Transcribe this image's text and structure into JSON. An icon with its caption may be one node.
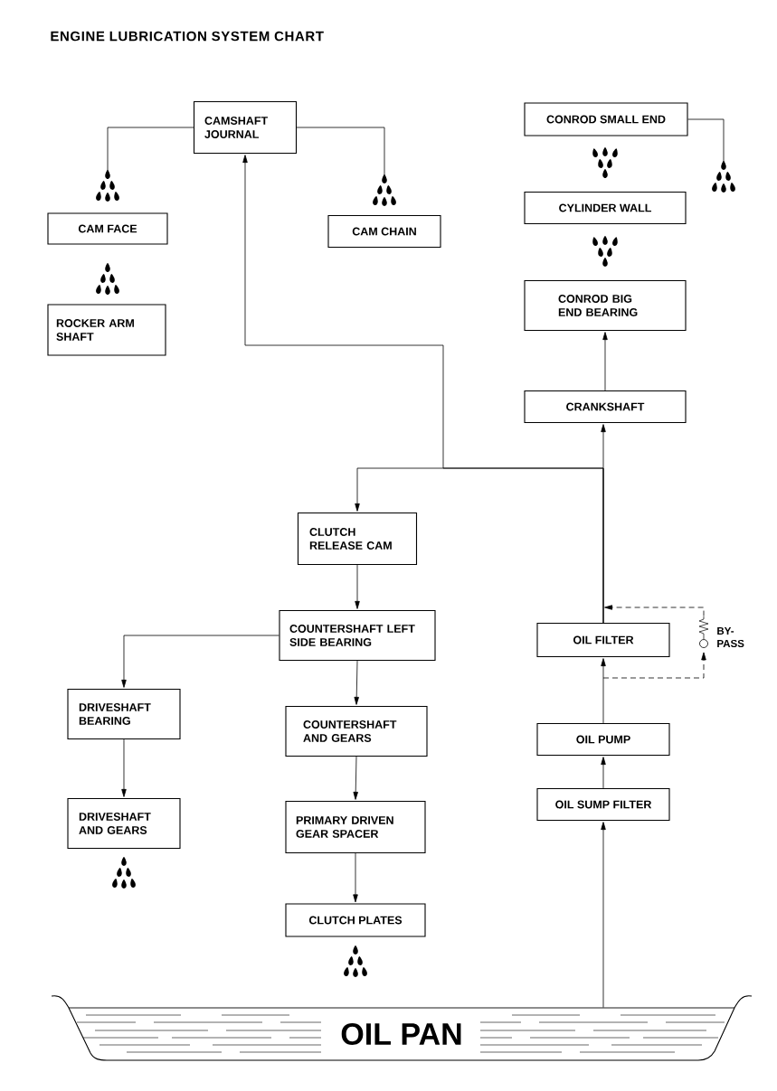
{
  "diagram": {
    "title": "ENGINE LUBRICATION SYSTEM CHART",
    "nodes": [
      {
        "text": [
          "CAMSHAFT JOURNAL"
        ]
      },
      {
        "text": [
          "CONROD SMALL END"
        ]
      },
      {
        "text": [],
        "shape": "picture"
      },
      {
        "text": [],
        "shape": "picture"
      },
      {
        "text": [],
        "shape": "picture"
      },
      {
        "text": [
          "CAM FACE"
        ]
      },
      {
        "text": [
          "CAM CHAIN"
        ]
      },
      {
        "text": [
          "CYLINDER WALL"
        ]
      },
      {
        "text": [
          "ROCKER ARM SHAFT"
        ]
      },
      {
        "text": [
          "CONROD BIG END BEARING"
        ]
      },
      {
        "text": [
          "CRANKSHAFT"
        ]
      },
      {
        "text": [
          "CLUTCH RELEASE CAM"
        ]
      },
      {
        "text": [
          "COUNTERSHAFT LEFT SIDE BEARING"
        ]
      },
      {
        "text": [
          "OIL FILTER"
        ]
      },
      {
        "text": [],
        "shape": "picture",
        "beside": [
          "BY-PASS"
        ]
      },
      {
        "text": [
          "DRIVESHAFT BEARING"
        ]
      },
      {
        "text": [
          "COUNTERSHAFT AND GEARS"
        ]
      },
      {
        "text": [
          "OIL PUMP"
        ]
      },
      {
        "text": [
          "OIL SUMP FILTER"
        ]
      },
      {
        "text": [
          "DRIVESHAFT AND GEARS"
        ]
      },
      {
        "text": [
          "PRIMARY DRIVEN GEAR SPACER"
        ]
      },
      {
        "text": [
          "CLUTCH PLATES"
        ]
      },
      {
        "text": [
          "OIL PAN"
        ]
      }
    ],
    "edges": [
      {
        "from": 0,
        "to": 2,
        "arrow": "none"
      },
      {
        "from": 0,
        "to": 3,
        "arrow": "none"
      },
      {
        "from": 1,
        "to": 4,
        "arrow": "none"
      },
      {
        "from": 10,
        "to": 9,
        "arrow": "to"
      },
      {
        "from": 13,
        "to": 10,
        "arrow": "to"
      },
      {
        "from": 13,
        "to": 11,
        "arrow": "to"
      },
      {
        "from": 13,
        "to": 0,
        "arrow": "to"
      },
      {
        "from": 11,
        "to": 12,
        "arrow": "to"
      },
      {
        "from": 12,
        "to": 15,
        "arrow": "to"
      },
      {
        "from": 12,
        "to": 16,
        "arrow": "to"
      },
      {
        "from": 15,
        "to": 19,
        "arrow": "to"
      },
      {
        "from": 16,
        "to": 20,
        "arrow": "to"
      },
      {
        "from": 20,
        "to": 21,
        "arrow": "to"
      },
      {
        "from": 22,
        "to": 18,
        "arrow": "to"
      },
      {
        "from": 18,
        "to": 17,
        "arrow": "to"
      },
      {
        "from": 17,
        "to": 13,
        "arrow": "to"
      },
      {
        "from": null,
        "to": 14,
        "arrow": "to",
        "style": "dashed"
      },
      {
        "from": 14,
        "to": null,
        "arrow": "to",
        "style": "dashed"
      }
    ]
  }
}
